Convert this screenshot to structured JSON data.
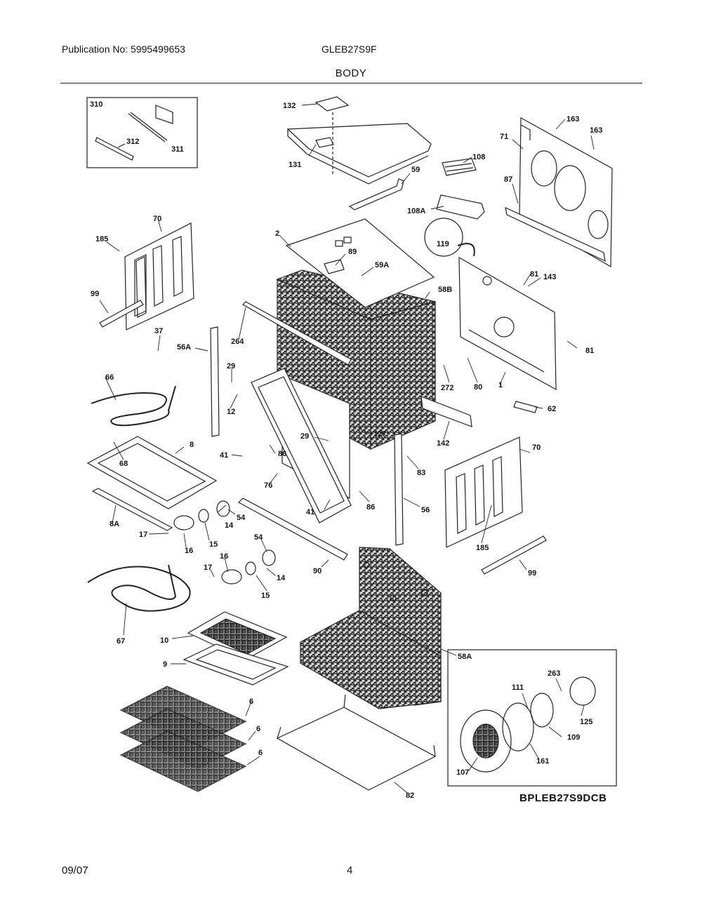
{
  "header": {
    "publication": "Publication No: 5995499653",
    "model": "GLEB27S9F",
    "section_title": "BODY"
  },
  "footer": {
    "date": "09/07",
    "page": "4"
  },
  "diagram": {
    "code": "BPLEB27S9DCB",
    "callouts": [
      {
        "id": "c310",
        "text": "310"
      },
      {
        "id": "c312",
        "text": "312"
      },
      {
        "id": "c311",
        "text": "311"
      },
      {
        "id": "c132",
        "text": "132"
      },
      {
        "id": "c131",
        "text": "131"
      },
      {
        "id": "c59",
        "text": "59"
      },
      {
        "id": "c108",
        "text": "108"
      },
      {
        "id": "c108a",
        "text": "108A"
      },
      {
        "id": "c163a",
        "text": "163"
      },
      {
        "id": "c163b",
        "text": "163"
      },
      {
        "id": "c71",
        "text": "71"
      },
      {
        "id": "c87",
        "text": "87"
      },
      {
        "id": "c119",
        "text": "119"
      },
      {
        "id": "c70a",
        "text": "70"
      },
      {
        "id": "c185a",
        "text": "185"
      },
      {
        "id": "c99a",
        "text": "99"
      },
      {
        "id": "c2",
        "text": "2"
      },
      {
        "id": "c89",
        "text": "89"
      },
      {
        "id": "c59a",
        "text": "59A"
      },
      {
        "id": "c58b",
        "text": "58B"
      },
      {
        "id": "c81a",
        "text": "81"
      },
      {
        "id": "c143",
        "text": "143"
      },
      {
        "id": "c81b",
        "text": "81"
      },
      {
        "id": "c37",
        "text": "37"
      },
      {
        "id": "c56a",
        "text": "56A"
      },
      {
        "id": "c264",
        "text": "264"
      },
      {
        "id": "c29a",
        "text": "29"
      },
      {
        "id": "c66",
        "text": "66"
      },
      {
        "id": "c12",
        "text": "12"
      },
      {
        "id": "c272",
        "text": "272"
      },
      {
        "id": "c80",
        "text": "80"
      },
      {
        "id": "c1",
        "text": "1"
      },
      {
        "id": "c62",
        "text": "62"
      },
      {
        "id": "c8",
        "text": "8"
      },
      {
        "id": "c68",
        "text": "68"
      },
      {
        "id": "c29b",
        "text": "29"
      },
      {
        "id": "c127",
        "text": "127"
      },
      {
        "id": "c142",
        "text": "142"
      },
      {
        "id": "c70b",
        "text": "70"
      },
      {
        "id": "c41a",
        "text": "41"
      },
      {
        "id": "c86a",
        "text": "86"
      },
      {
        "id": "c83",
        "text": "83"
      },
      {
        "id": "c76",
        "text": "76"
      },
      {
        "id": "c8a",
        "text": "8A"
      },
      {
        "id": "c54a",
        "text": "54"
      },
      {
        "id": "c14a",
        "text": "14"
      },
      {
        "id": "c41b",
        "text": "41"
      },
      {
        "id": "c86b",
        "text": "86"
      },
      {
        "id": "c56",
        "text": "56"
      },
      {
        "id": "c17a",
        "text": "17"
      },
      {
        "id": "c15a",
        "text": "15"
      },
      {
        "id": "c16a",
        "text": "16"
      },
      {
        "id": "c54b",
        "text": "54"
      },
      {
        "id": "c185b",
        "text": "185"
      },
      {
        "id": "c16b",
        "text": "16"
      },
      {
        "id": "c17b",
        "text": "17"
      },
      {
        "id": "c14b",
        "text": "14"
      },
      {
        "id": "c90",
        "text": "90"
      },
      {
        "id": "c99b",
        "text": "99"
      },
      {
        "id": "c15b",
        "text": "15"
      },
      {
        "id": "c67",
        "text": "67"
      },
      {
        "id": "c10",
        "text": "10"
      },
      {
        "id": "c58a",
        "text": "58A"
      },
      {
        "id": "c9",
        "text": "9"
      },
      {
        "id": "c263",
        "text": "263"
      },
      {
        "id": "c111",
        "text": "111"
      },
      {
        "id": "c6a",
        "text": "6"
      },
      {
        "id": "c125",
        "text": "125"
      },
      {
        "id": "c6b",
        "text": "6"
      },
      {
        "id": "c109",
        "text": "109"
      },
      {
        "id": "c6c",
        "text": "6"
      },
      {
        "id": "c107",
        "text": "107"
      },
      {
        "id": "c161",
        "text": "161"
      },
      {
        "id": "c82",
        "text": "82"
      }
    ]
  }
}
